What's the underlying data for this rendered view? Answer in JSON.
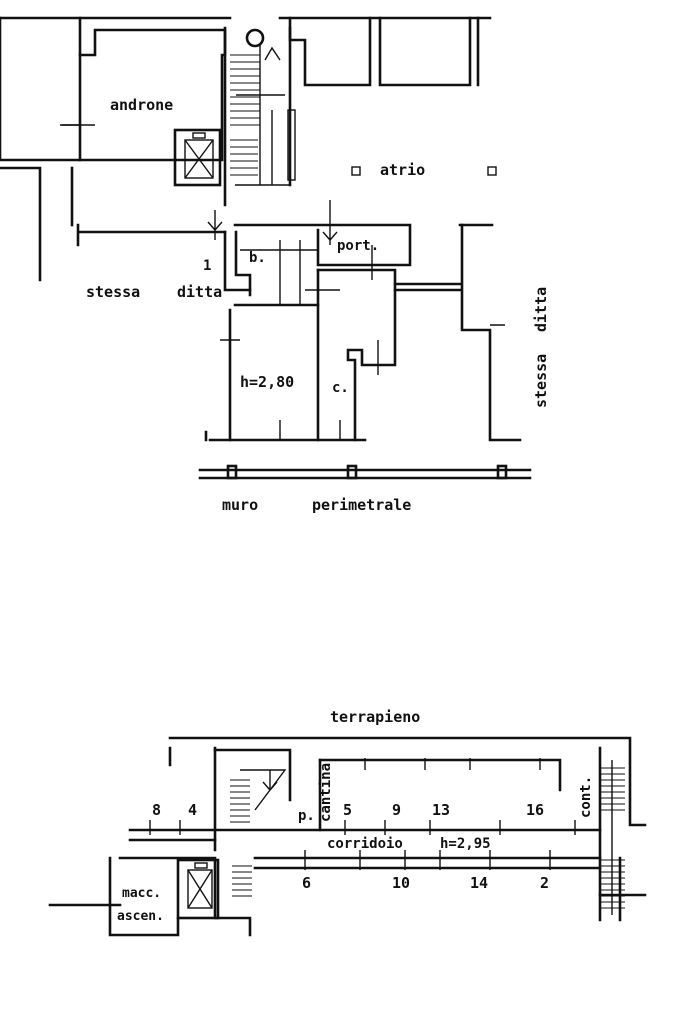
{
  "floor_plan_upper": {
    "labels": {
      "androne": "androne",
      "atrio": "atrio",
      "port": "port.",
      "b": "b.",
      "step_1": "1",
      "stessa_left": "stessa",
      "ditta_left": "ditta",
      "height": "h=2,80",
      "c": "c.",
      "ditta_right": "ditta",
      "stessa_right": "stessa",
      "muro": "muro",
      "perimetrale": "perimetrale"
    }
  },
  "floor_plan_lower": {
    "labels": {
      "terrapieno": "terrapieno",
      "cantina": "cantina",
      "p": "p.",
      "cont": "cont.",
      "corridoio": "corridoio",
      "height": "h=2,95",
      "macc": "macc.",
      "ascen": "ascen."
    },
    "cellar_numbers_top": [
      "8",
      "4",
      "5",
      "9",
      "13",
      "16"
    ],
    "cellar_numbers_bottom": [
      "6",
      "10",
      "14",
      "2"
    ]
  }
}
